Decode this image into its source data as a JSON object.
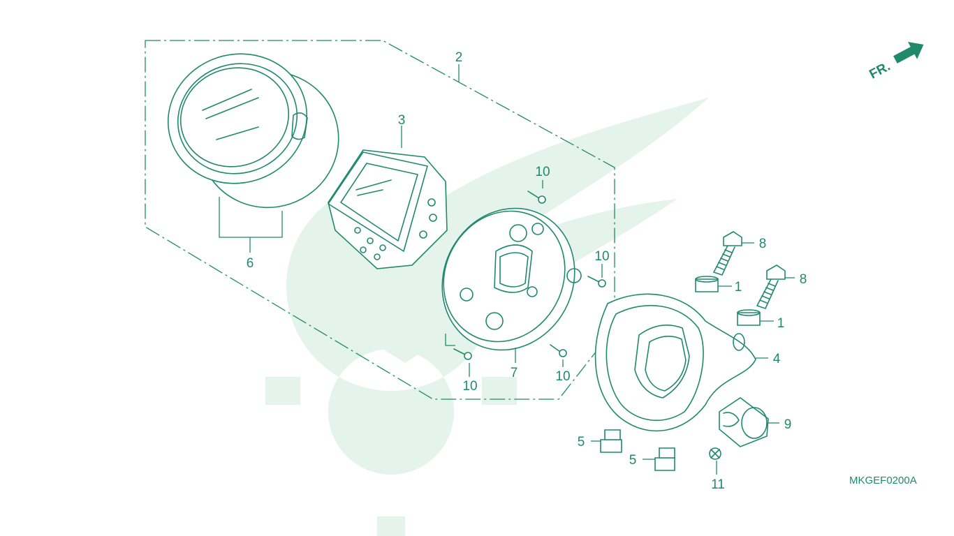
{
  "colors": {
    "line": "#1f8a6a",
    "watermark": "#e4f3ec",
    "background": "#ffffff"
  },
  "orientation": {
    "label": "FR.",
    "icon": "arrow-front-icon"
  },
  "diagram_code": "MKGEF0200A",
  "callouts": [
    {
      "part": "1"
    },
    {
      "part": "1"
    },
    {
      "part": "2"
    },
    {
      "part": "3"
    },
    {
      "part": "4"
    },
    {
      "part": "5"
    },
    {
      "part": "5"
    },
    {
      "part": "6"
    },
    {
      "part": "7"
    },
    {
      "part": "8"
    },
    {
      "part": "8"
    },
    {
      "part": "9"
    },
    {
      "part": "10"
    },
    {
      "part": "10"
    },
    {
      "part": "10"
    },
    {
      "part": "10"
    },
    {
      "part": "11"
    }
  ]
}
